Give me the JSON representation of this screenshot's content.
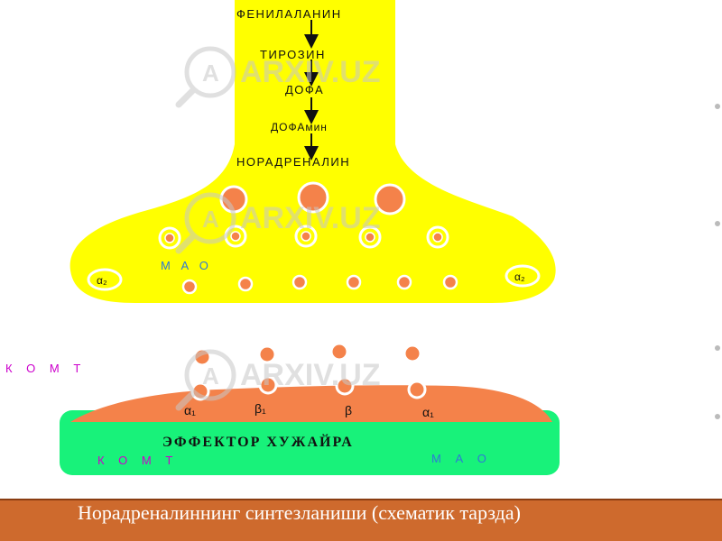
{
  "colors": {
    "neuron": "#ffff00",
    "vesicle": "#f4824a",
    "cleft_ink": "#111111",
    "effector_top": "#f4824a",
    "effector_cell": "#18f27a",
    "mao_text": "#2f79d6",
    "komt_text": "#cc00cc",
    "caption_bar": "#ce6a2d",
    "caption_text": "#ffffff",
    "watermark": "#c8c8c8"
  },
  "pathway": {
    "steps": [
      "ФЕНИЛАЛАНИН",
      "ТИРОЗИН",
      "ДОФА",
      "ДОФАмин",
      "НОРАДРЕНАЛИН"
    ]
  },
  "presynaptic": {
    "mao_label": "М  А  О",
    "left_receptor": "α₂",
    "right_receptor": "α₂"
  },
  "cleft": {
    "komt_label": "К  О  М  Т"
  },
  "effector": {
    "receptors": [
      "α₁",
      "β₁",
      "β",
      "α₁"
    ],
    "title": "ЭФФЕКТОР  ХУЖАЙРА",
    "komt_label": "К  О  М  Т",
    "mao_label": "М  А  О"
  },
  "watermark": {
    "text": "ARXIV.UZ",
    "letter": "A"
  },
  "caption": "Норадреналиннинг синтезланиши (схематик тарзда)"
}
